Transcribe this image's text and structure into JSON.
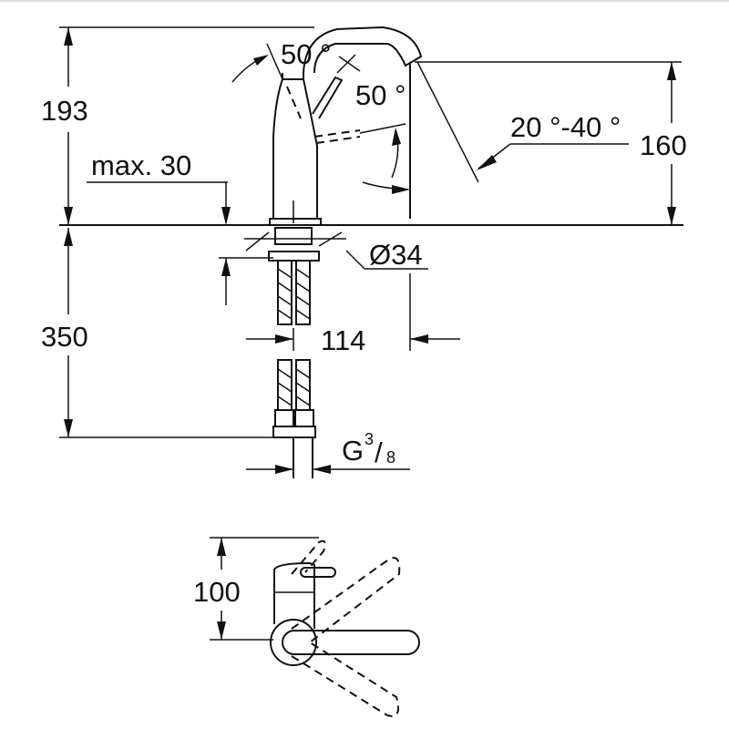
{
  "dimensions": {
    "height_total": "193",
    "height_spout": "160",
    "max_deck": "max. 30",
    "lever_angle_back": "50 °",
    "lever_angle_front": "50 °",
    "spout_angle": "20 °-40 °",
    "hole_diameter": "Ø34",
    "hose_length": "350",
    "projection": "114",
    "thread_prefix": "G",
    "thread_num": "3",
    "thread_den": "8",
    "top_view_depth": "100"
  }
}
